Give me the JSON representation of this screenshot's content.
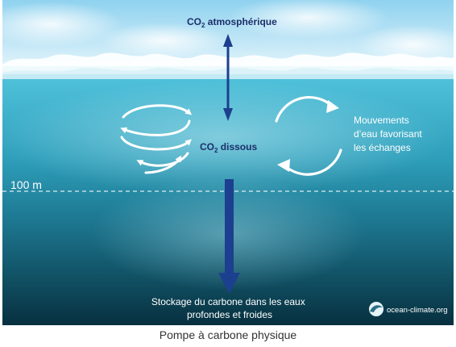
{
  "diagram": {
    "atmospheric_co2": {
      "main": "CO",
      "sub": "2",
      "suffix": " atmosphérique"
    },
    "dissolved_co2": {
      "main": "CO",
      "sub": "2",
      "suffix": " dissous"
    },
    "water_movements": [
      "Mouvements",
      "d’eau favorisant",
      "les échanges"
    ],
    "depth_label": "100 m",
    "storage_label": [
      "Stockage du carbone dans les eaux",
      "profondes et froides"
    ],
    "logo_text": "ocean-climate.org"
  },
  "caption": "Pompe à carbone physique",
  "colors": {
    "arrow": "#1d3f8f",
    "sky_top": "#9fd8f1",
    "sky_bottom": "#e6f6fc",
    "water_surface": "#4fc3dc",
    "water_deep": "#07303f",
    "label_dark": "#1d2f6b",
    "label_light": "#ffffff"
  }
}
